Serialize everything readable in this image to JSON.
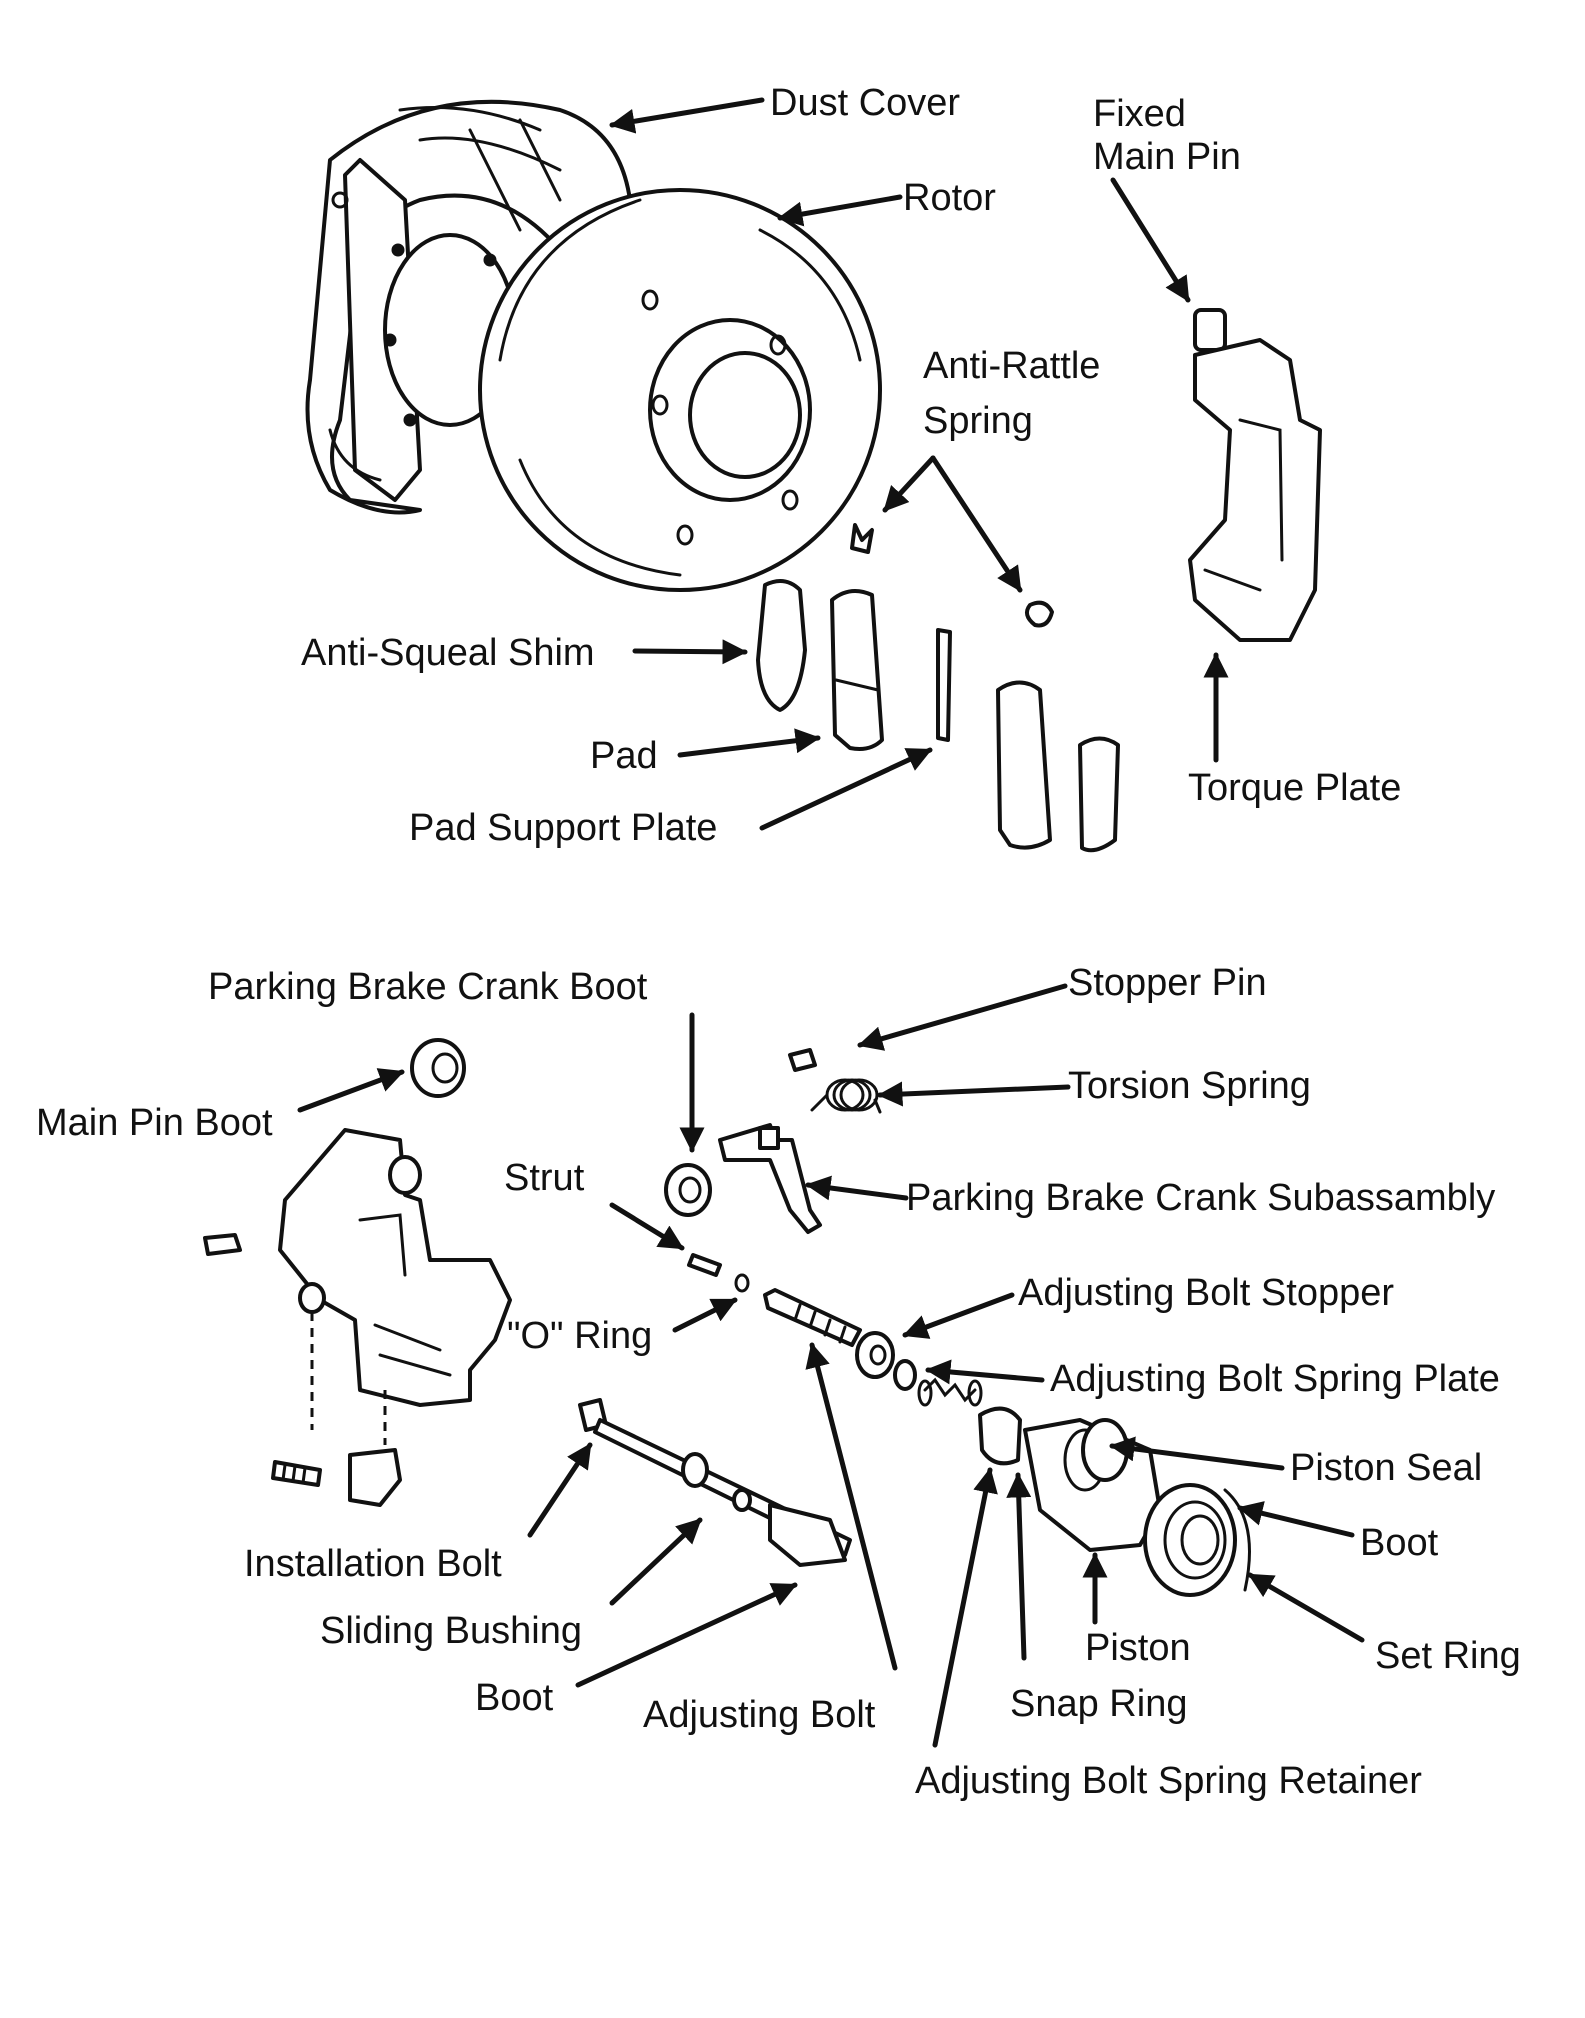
{
  "labels": {
    "dust_cover": "Dust Cover",
    "rotor": "Rotor",
    "fixed_main_pin_1": "Fixed",
    "fixed_main_pin_2": "Main Pin",
    "anti_rattle_1": "Anti-Rattle",
    "anti_rattle_2": "Spring",
    "anti_squeal_shim": "Anti-Squeal Shim",
    "pad": "Pad",
    "pad_support_plate": "Pad Support Plate",
    "torque_plate": "Torque Plate",
    "parking_brake_crank_boot": "Parking Brake Crank Boot",
    "stopper_pin": "Stopper Pin",
    "torsion_spring": "Torsion Spring",
    "main_pin_boot": "Main Pin Boot",
    "strut": "Strut",
    "parking_brake_crank_subassembly": "Parking Brake Crank Subassambly",
    "o_ring": "\"O\" Ring",
    "adjusting_bolt_stopper": "Adjusting Bolt Stopper",
    "adjusting_bolt_spring_plate": "Adjusting Bolt Spring Plate",
    "piston_seal": "Piston Seal",
    "boot_right": "Boot",
    "installation_bolt": "Installation Bolt",
    "sliding_bushing": "Sliding Bushing",
    "boot_left": "Boot",
    "adjusting_bolt": "Adjusting Bolt",
    "piston": "Piston",
    "snap_ring": "Snap Ring",
    "set_ring": "Set Ring",
    "adjusting_bolt_spring_retainer": "Adjusting Bolt Spring Retainer"
  }
}
